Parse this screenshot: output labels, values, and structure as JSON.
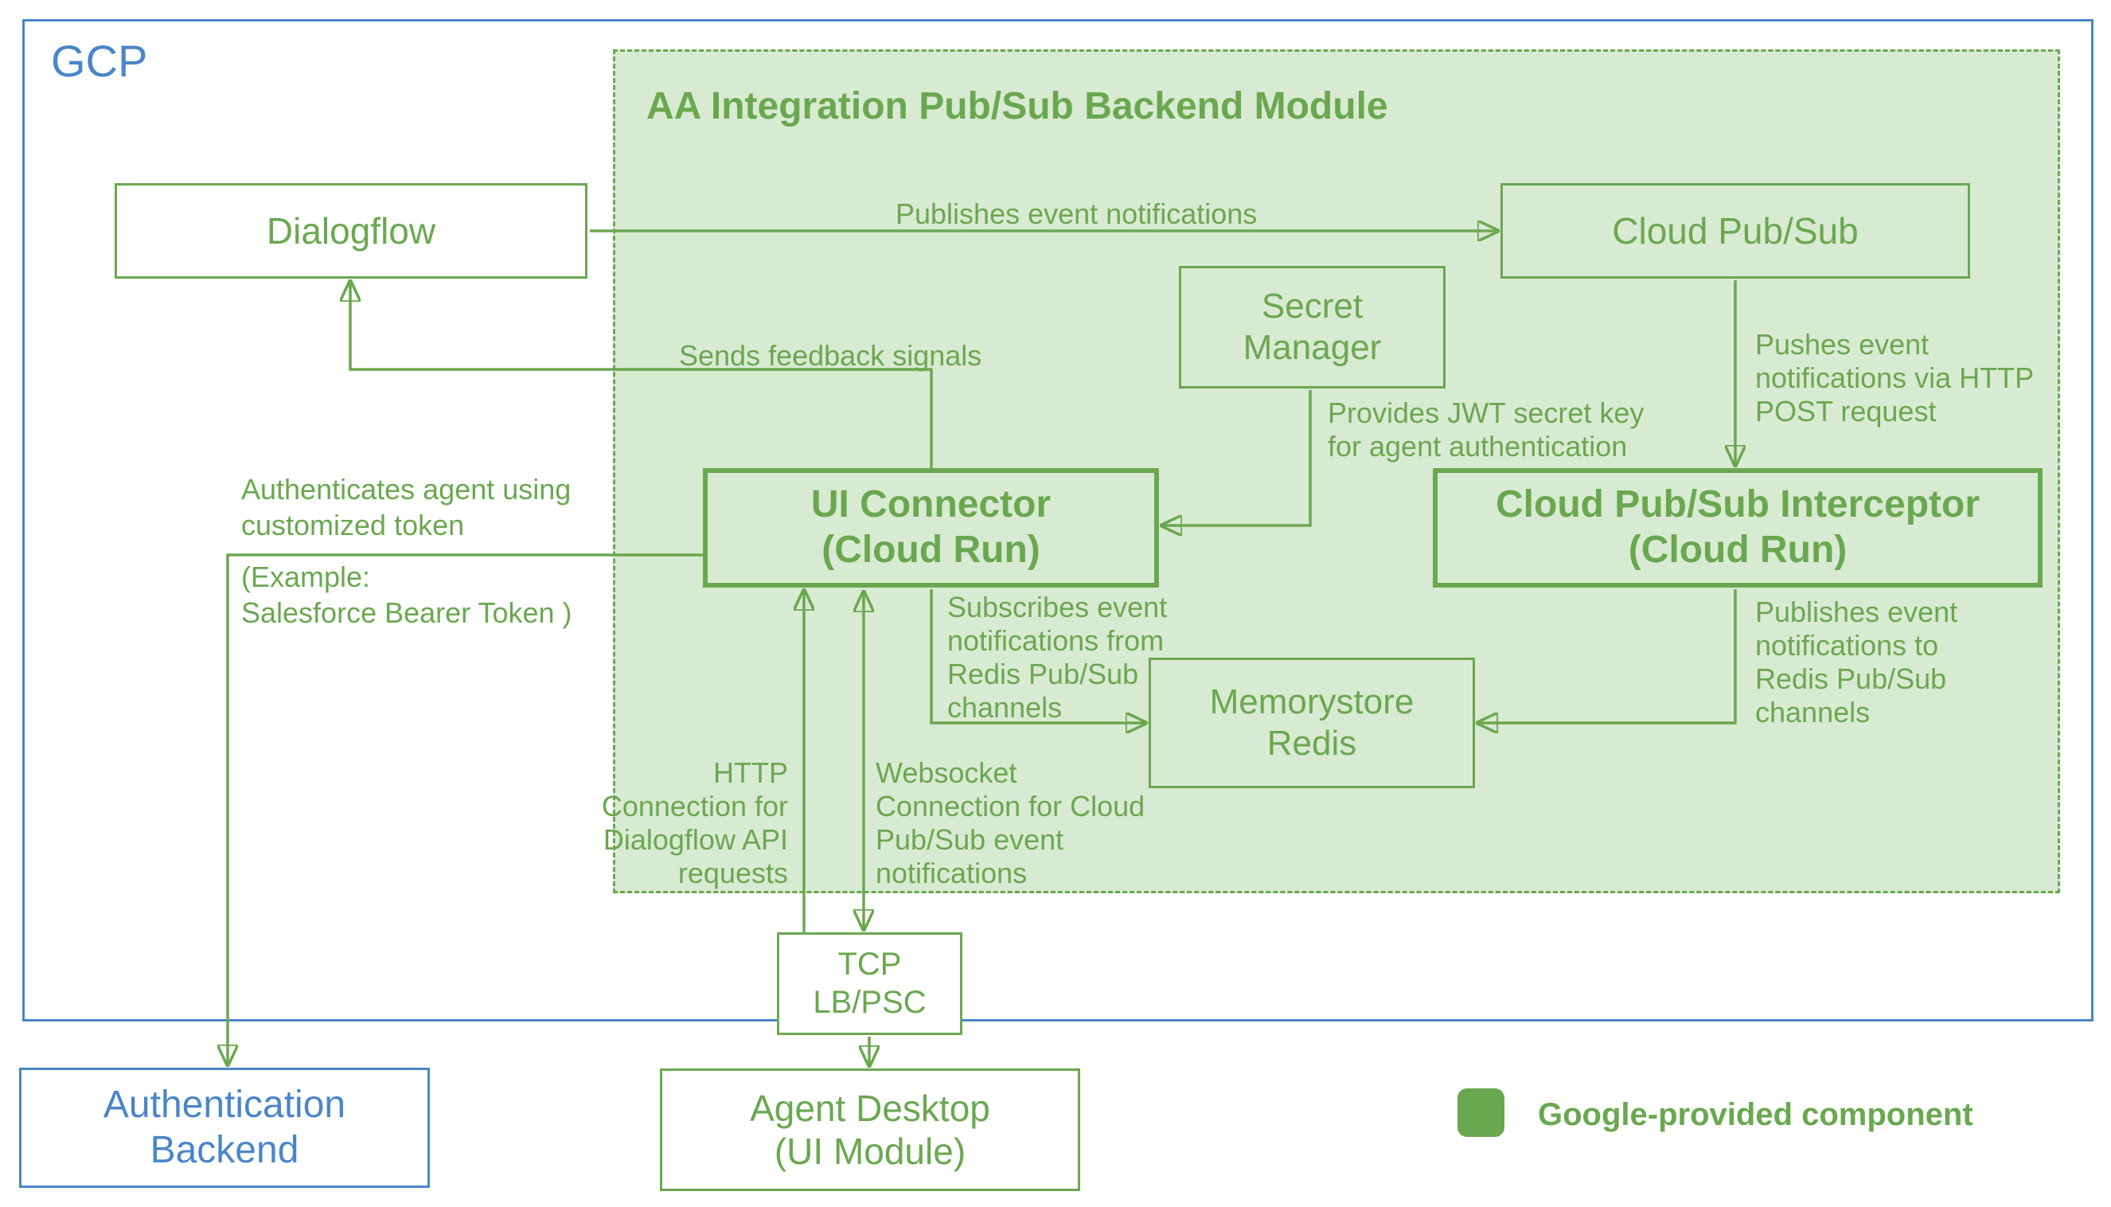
{
  "colors": {
    "green": "#6aa84f",
    "light_green_fill": "#d9ead3",
    "blue": "#4a86c8",
    "white": "#ffffff"
  },
  "gcp": {
    "label": "GCP"
  },
  "module": {
    "title": "AA Integration Pub/Sub Backend Module"
  },
  "nodes": {
    "dialogflow": {
      "label": "Dialogflow"
    },
    "cloud_pubsub": {
      "label": "Cloud Pub/Sub"
    },
    "secret_manager": {
      "label": "Secret\nManager"
    },
    "ui_connector": {
      "label": "UI Connector\n(Cloud Run)"
    },
    "interceptor": {
      "label": "Cloud Pub/Sub Interceptor\n(Cloud Run)"
    },
    "memorystore": {
      "label": "Memorystore\nRedis"
    },
    "tcp_lb": {
      "label": "TCP\nLB/PSC"
    },
    "agent_desktop": {
      "label": "Agent Desktop\n(UI Module)"
    },
    "auth_backend": {
      "label": "Authentication\nBackend"
    }
  },
  "edge_labels": {
    "publishes_events": "Publishes event notifications",
    "sends_feedback": "Sends feedback signals",
    "pushes_events": "Pushes event\nnotifications via HTTP\nPOST request",
    "provides_jwt": "Provides JWT secret key\nfor agent authentication",
    "authenticates_1": "Authenticates agent using\ncustomized token",
    "authenticates_2": "(Example:\nSalesforce Bearer Token )",
    "subscribes": "Subscribes event\nnotifications from\nRedis Pub/Sub\nchannels",
    "publishes_redis": "Publishes event\nnotifications to\nRedis Pub/Sub\nchannels",
    "http_conn": "HTTP\nConnection for\nDialogflow API\nrequests",
    "websocket_conn": "Websocket\nConnection for Cloud\nPub/Sub event\nnotifications"
  },
  "legend": {
    "label": "Google-provided component"
  }
}
